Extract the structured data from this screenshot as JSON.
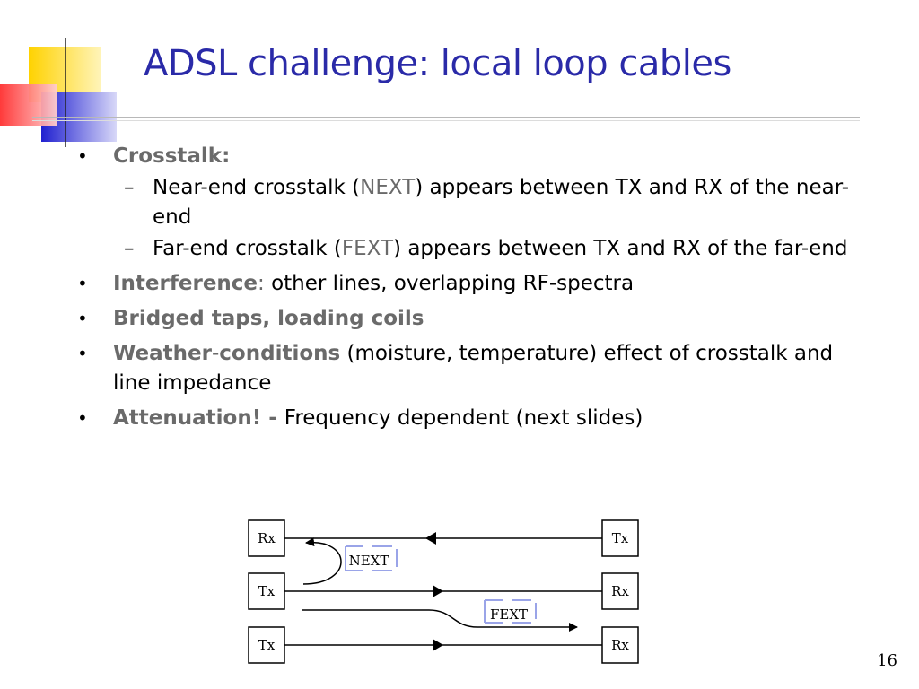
{
  "slide": {
    "title": "ADSL challenge: local loop cables",
    "page_number": "16",
    "bullets": {
      "crosstalk": {
        "label": "Crosstalk:"
      },
      "next_item": {
        "pre": "Near-end crosstalk (",
        "acronym": "NEXT",
        "post": ") appears between TX and RX of the near-end"
      },
      "fext_item": {
        "pre": "Far-end crosstalk (",
        "acronym": "FEXT",
        "post": ") appears between TX and RX of the far-end"
      },
      "interference": {
        "label": "Interference",
        "sep": ":",
        "text": " other lines, overlapping RF-spectra"
      },
      "bridged": {
        "label": "Bridged taps, loading coils"
      },
      "weather": {
        "label_a": "Weather",
        "sep": "-",
        "label_b": "conditions",
        "text": " (moisture, temperature) effect of crosstalk and line impedance"
      },
      "attenuation": {
        "label": "Attenuation! - ",
        "text": "Frequency dependent (next slides)"
      }
    },
    "bullet_glyph": "•",
    "sub_glyph": "–"
  },
  "diagram": {
    "boxes": {
      "left_top": "Rx",
      "left_mid": "Tx",
      "left_bot": "Tx",
      "right_top": "Tx",
      "right_mid": "Rx",
      "right_bot": "Rx"
    },
    "next_label": "NEXT",
    "fext_label": "FEXT"
  },
  "colors": {
    "title": "#2a2aa8",
    "accent_gray": "#6a6a6a",
    "deco_yellow": "#ffd200",
    "deco_red": "#ff3b3b",
    "deco_blue": "#2d2dd6",
    "label_frame": "#9aa4e8"
  }
}
